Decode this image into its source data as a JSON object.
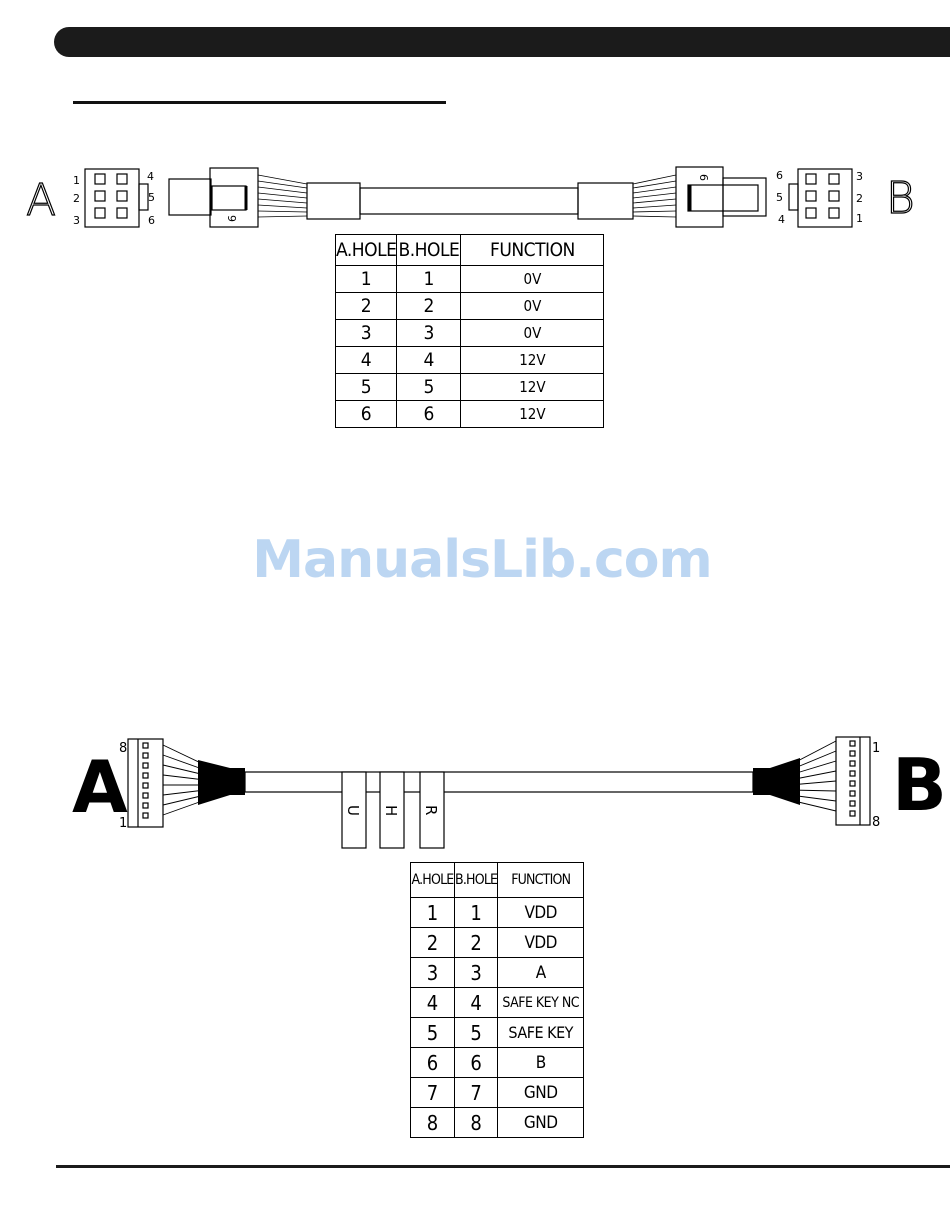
{
  "cable_1": {
    "end_a_label": "A",
    "end_b_label": "B",
    "end_a_pins": {
      "left": [
        "1",
        "2",
        "3"
      ],
      "right": [
        "4",
        "5",
        "6"
      ]
    },
    "end_b_pins": {
      "left": [
        "6",
        "5",
        "4"
      ],
      "right": [
        "3",
        "2",
        "1"
      ]
    },
    "housing_pin_a": "6",
    "housing_pin_b": "6",
    "table": {
      "headers": [
        "A.HOLE",
        "B.HOLE",
        "FUNCTION"
      ],
      "rows": [
        [
          "1",
          "1",
          "0V"
        ],
        [
          "2",
          "2",
          "0V"
        ],
        [
          "3",
          "3",
          "0V"
        ],
        [
          "4",
          "4",
          "12V"
        ],
        [
          "5",
          "5",
          "12V"
        ],
        [
          "6",
          "6",
          "12V"
        ]
      ]
    }
  },
  "cable_2": {
    "end_a_label": "A",
    "end_b_label": "B",
    "end_a_pin_top": "8",
    "end_a_pin_bottom": "1",
    "end_b_pin_top": "1",
    "end_b_pin_bottom": "8",
    "tags": [
      "U",
      "H",
      "R"
    ],
    "table": {
      "headers": [
        "A.HOLE",
        "B.HOLE",
        "FUNCTION"
      ],
      "rows": [
        [
          "1",
          "1",
          "VDD"
        ],
        [
          "2",
          "2",
          "VDD"
        ],
        [
          "3",
          "3",
          "A"
        ],
        [
          "4",
          "4",
          "SAFE KEY NC"
        ],
        [
          "5",
          "5",
          "SAFE KEY"
        ],
        [
          "6",
          "6",
          "B"
        ],
        [
          "7",
          "7",
          "GND"
        ],
        [
          "8",
          "8",
          "GND"
        ]
      ]
    }
  },
  "watermark": "ManualsLib.com"
}
